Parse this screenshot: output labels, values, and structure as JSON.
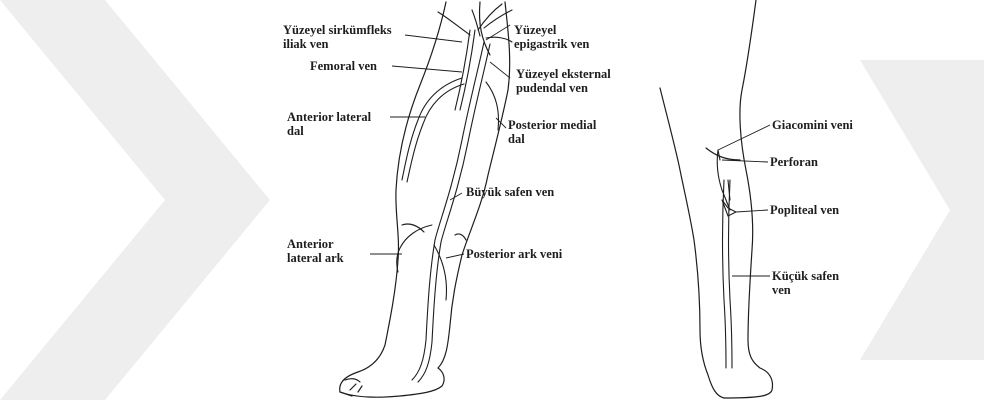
{
  "labels": {
    "superficial_circumflex_iliac": "Yüzeyel sirkümfleks\niliak ven",
    "femoral": "Femoral ven",
    "anterior_lateral_branch": "Anterior lateral\ndal",
    "anterior_lateral_arch": "Anterior\nlateral ark",
    "superficial_epigastric": "Yüzeyel\nepigastrik ven",
    "superficial_external_pudendal": "Yüzeyel eksternal\npudendal ven",
    "posterior_medial_branch": "Posterior medial\ndal",
    "great_saphenous": "Büyük safen ven",
    "posterior_arch": "Posterior ark veni",
    "giacomini": "Giacomini veni",
    "perforator": "Perforan",
    "popliteal": "Popliteal ven",
    "small_saphenous": "Küçük safen\nven"
  },
  "colors": {
    "watermark": "#eeeeee",
    "line": "#1e1e1e",
    "vein": "#7a7a7a",
    "text": "#1e1e1e"
  }
}
